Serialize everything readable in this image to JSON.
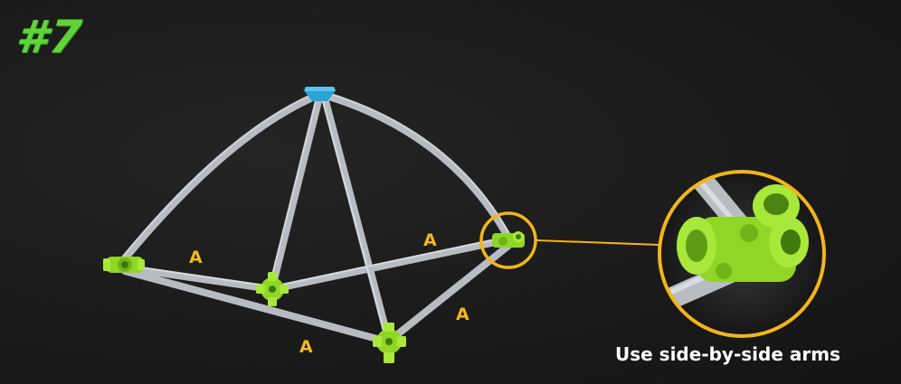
{
  "step": {
    "number": "#7"
  },
  "labels": {
    "a1": "A",
    "a2": "A",
    "a3": "A",
    "a4": "A"
  },
  "callout": {
    "caption": "Use side-by-side arms"
  },
  "colors": {
    "background": "#1b1b1b",
    "step_number": "#5fd43a",
    "rod": "#b8bcc2",
    "connector": "#9be02a",
    "hub": "#2aa3d6",
    "label": "#f4b91c",
    "callout_ring": "#f2b51b",
    "caption": "#ffffff"
  }
}
